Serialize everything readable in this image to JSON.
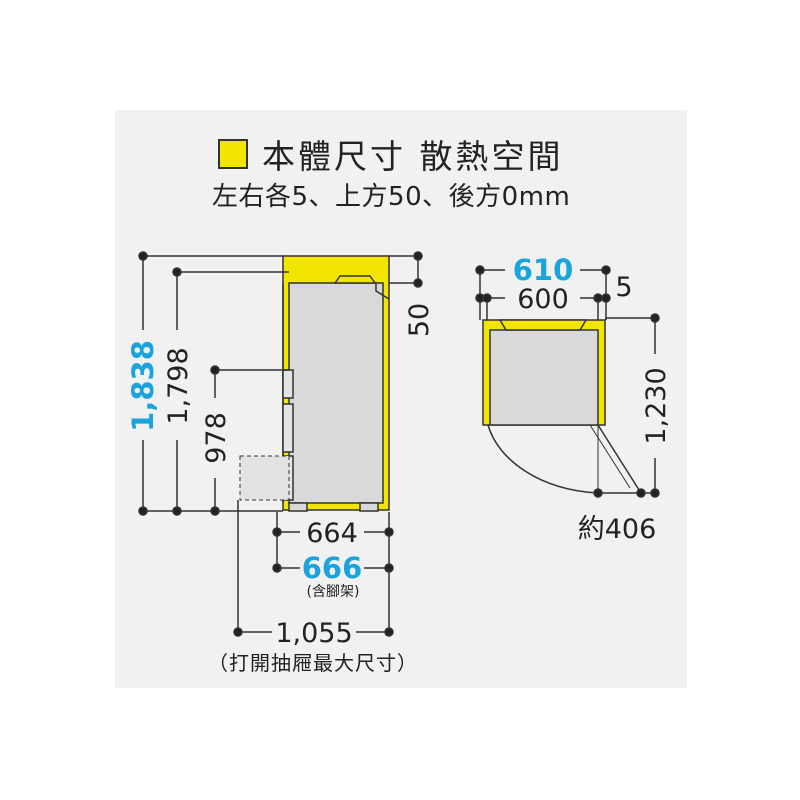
{
  "legend": {
    "label": "本體尺寸 散熱空間",
    "swatch_color": "#f2e600",
    "spacing_note": "左右各5、上方50、後方0mm"
  },
  "side_view": {
    "total_height": "1,838",
    "body_height": "1,798",
    "lower_height": "978",
    "top_clearance": "50",
    "body_depth": "664",
    "depth_with_feet": "666",
    "feet_note": "(含腳架)",
    "drawer_depth": "1,055",
    "drawer_note": "（打開抽屜最大尺寸）"
  },
  "top_view": {
    "total_width": "610",
    "body_width": "600",
    "side_clearance": "5",
    "depth_door_open": "1,230",
    "door_swing": "約406"
  },
  "colors": {
    "highlight_yellow": "#f2e600",
    "accent_blue": "#1aa3dc",
    "body_gray": "#d9d9d9",
    "panel_bg": "#f1f1f1"
  }
}
